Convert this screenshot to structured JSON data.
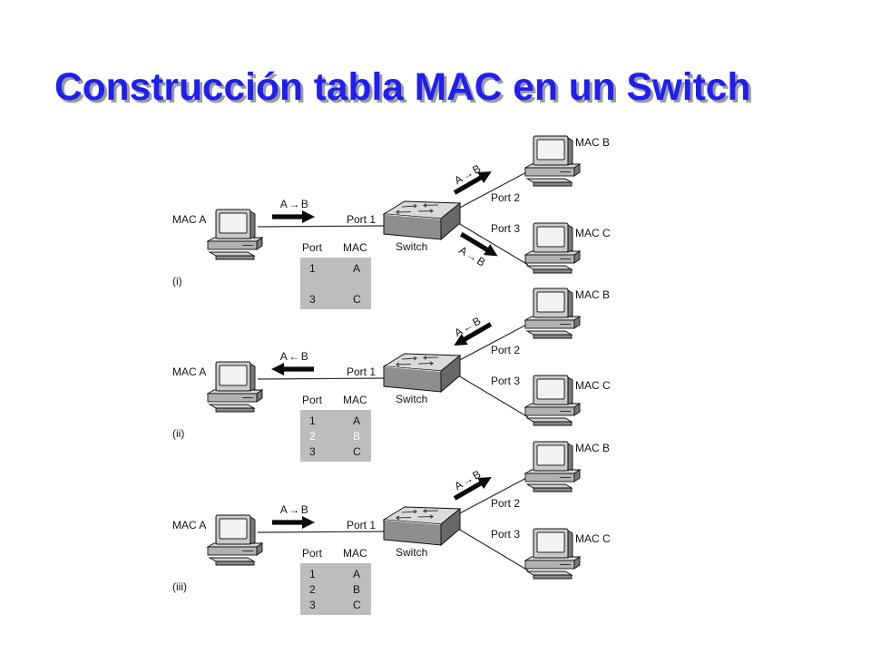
{
  "slide": {
    "title": "Construcción tabla MAC en un Switch"
  },
  "colors": {
    "title": "#1f1ff2",
    "title_shadow": "#9b9b9b",
    "table_fill": "#bdbdbd",
    "new_entry": "#ffffff",
    "ink": "#141414"
  },
  "icons": {
    "host": "desktop-computer-icon",
    "switch": "network-switch-icon",
    "frame": "thick-arrow-icon"
  },
  "labels": {
    "mac_a": "MAC A",
    "mac_b": "MAC B",
    "mac_c": "MAC C",
    "switch": "Switch",
    "port_1": "Port 1",
    "port_2": "Port 2",
    "port_3": "Port 3",
    "col_port": "Port",
    "col_mac": "MAC"
  },
  "panels": [
    {
      "tag": "(i)",
      "frames": {
        "port_1": "A→B",
        "port_2": "A→B",
        "port_3": "A→B"
      },
      "table": [
        {
          "port": "1",
          "mac": "A"
        },
        {
          "port": "3",
          "mac": "C"
        }
      ]
    },
    {
      "tag": "(ii)",
      "frames": {
        "port_1": "A←B",
        "port_2": "A←B"
      },
      "table": [
        {
          "port": "1",
          "mac": "A"
        },
        {
          "port": "2",
          "mac": "B"
        },
        {
          "port": "3",
          "mac": "C"
        }
      ]
    },
    {
      "tag": "(iii)",
      "frames": {
        "port_1": "A→B",
        "port_2": "A→B"
      },
      "table": [
        {
          "port": "1",
          "mac": "A"
        },
        {
          "port": "2",
          "mac": "B"
        },
        {
          "port": "3",
          "mac": "C"
        }
      ]
    }
  ]
}
